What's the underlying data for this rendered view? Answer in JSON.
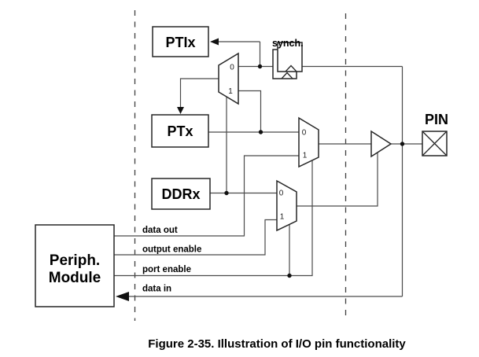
{
  "figure": {
    "caption": "Figure 2-35. Illustration of I/O pin functionality",
    "registers": {
      "ptix": "PTIx",
      "ptx": "PTx",
      "ddrx": "DDRx"
    },
    "periph": {
      "line1": "Periph.",
      "line2": "Module"
    },
    "synch_label": "synch.",
    "pin_label": "PIN",
    "mux": {
      "in0": "0",
      "in1": "1"
    },
    "signals": {
      "data_out": "data out",
      "output_enable": "output enable",
      "port_enable": "port enable",
      "data_in": "data in"
    },
    "colors": {
      "background": "#ffffff",
      "wire": "#4a4a4a",
      "outline": "#262626",
      "text": "#000000"
    }
  }
}
